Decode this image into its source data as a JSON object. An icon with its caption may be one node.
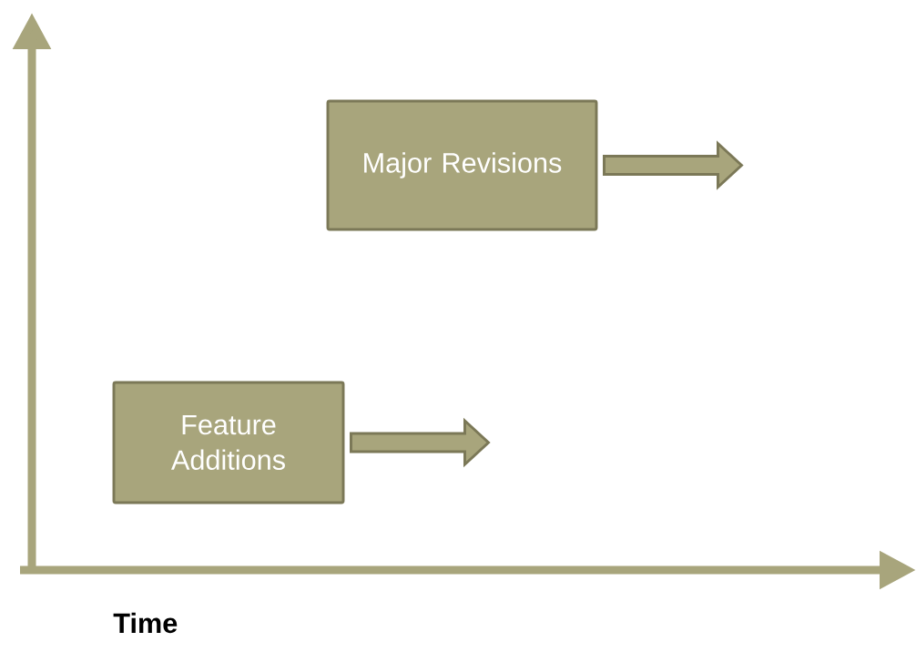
{
  "diagram": {
    "nodes": [
      {
        "text": [
          "Major Revisions"
        ]
      },
      {
        "text": [
          "Feature Additions"
        ]
      }
    ],
    "edges": [
      {
        "from": 0,
        "to": null,
        "arrow": "to"
      },
      {
        "from": 1,
        "to": null,
        "arrow": "to"
      }
    ],
    "labels": [
      "Time"
    ]
  }
}
